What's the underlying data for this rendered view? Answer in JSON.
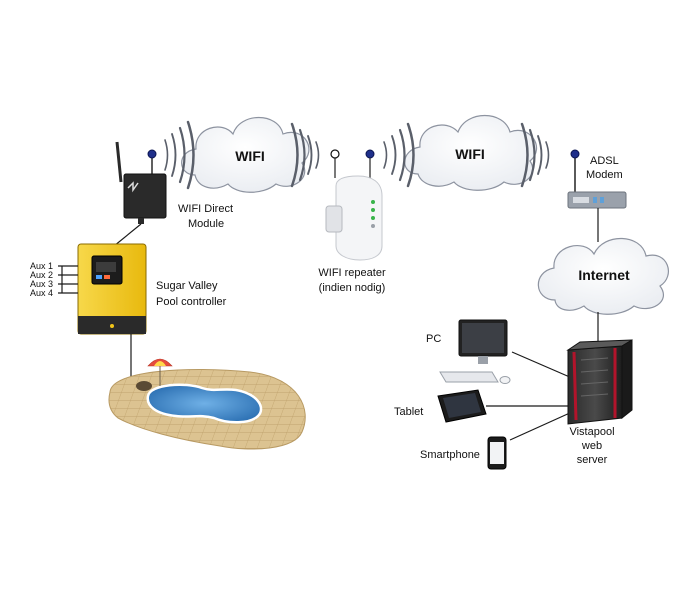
{
  "clouds": {
    "left_wifi": "WIFI",
    "right_wifi": "WIFI",
    "internet": "Internet"
  },
  "devices": {
    "wifi_module": [
      "WIFI Direct",
      "Module"
    ],
    "pool_controller": [
      "Sugar Valley",
      "Pool controller"
    ],
    "repeater": [
      "WIFI repeater",
      "(indien nodig)"
    ],
    "modem": [
      "ADSL",
      "Modem"
    ],
    "pc": "PC",
    "tablet": "Tablet",
    "smartphone": "Smartphone",
    "server": [
      "Vistapool",
      "web",
      "server"
    ]
  },
  "aux_labels": [
    "Aux 1",
    "Aux 2",
    "Aux 3",
    "Aux 4"
  ],
  "colors": {
    "controller_yellow": "#f0c419",
    "module_black": "#2a2a2a",
    "pool_blue": "#3f86c8",
    "paving": "#d9bf8c",
    "cloud_edge": "#8d93a0",
    "antenna_dot": "#1f2f8a",
    "server_red": "#b2142b"
  }
}
